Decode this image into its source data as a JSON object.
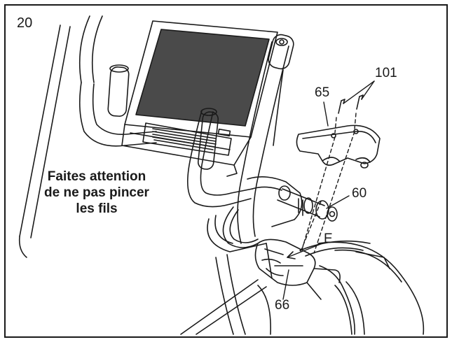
{
  "step_number": "20",
  "warning": {
    "line1": "Faites attention",
    "line2": "de ne pas pincer",
    "line3": "les fils"
  },
  "callouts": {
    "part_101": "101",
    "part_65": "65",
    "part_60": "60",
    "part_e": "E",
    "part_66": "66"
  },
  "colors": {
    "ink": "#1a1a1a",
    "screen": "#4a4a4a",
    "paper": "#ffffff"
  }
}
